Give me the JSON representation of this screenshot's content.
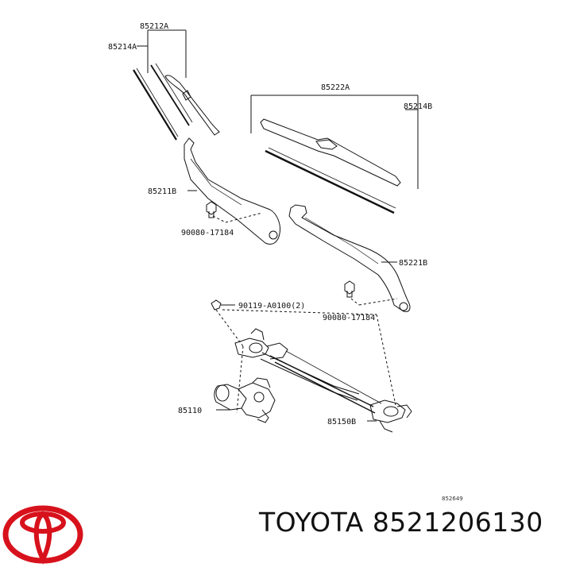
{
  "diagram": {
    "callouts": {
      "p85212A": "85212A",
      "p85214A": "85214A",
      "p85222A": "85222A",
      "p85214B": "85214B",
      "p85211B": "85211B",
      "p90080a": "90080-17184",
      "p85221B": "85221B",
      "p90119": "90119-A0100(2)",
      "p90080b": "90080-17184",
      "p85110": "85110",
      "p85150B": "85150B"
    },
    "ref_code": "852649"
  },
  "caption": {
    "brand": "TOYOTA",
    "part_number": "8521206130",
    "text": "TOYOTA 8521206130"
  },
  "logo": {
    "icon": "toyota-logo-icon",
    "color": "#d7121c"
  }
}
